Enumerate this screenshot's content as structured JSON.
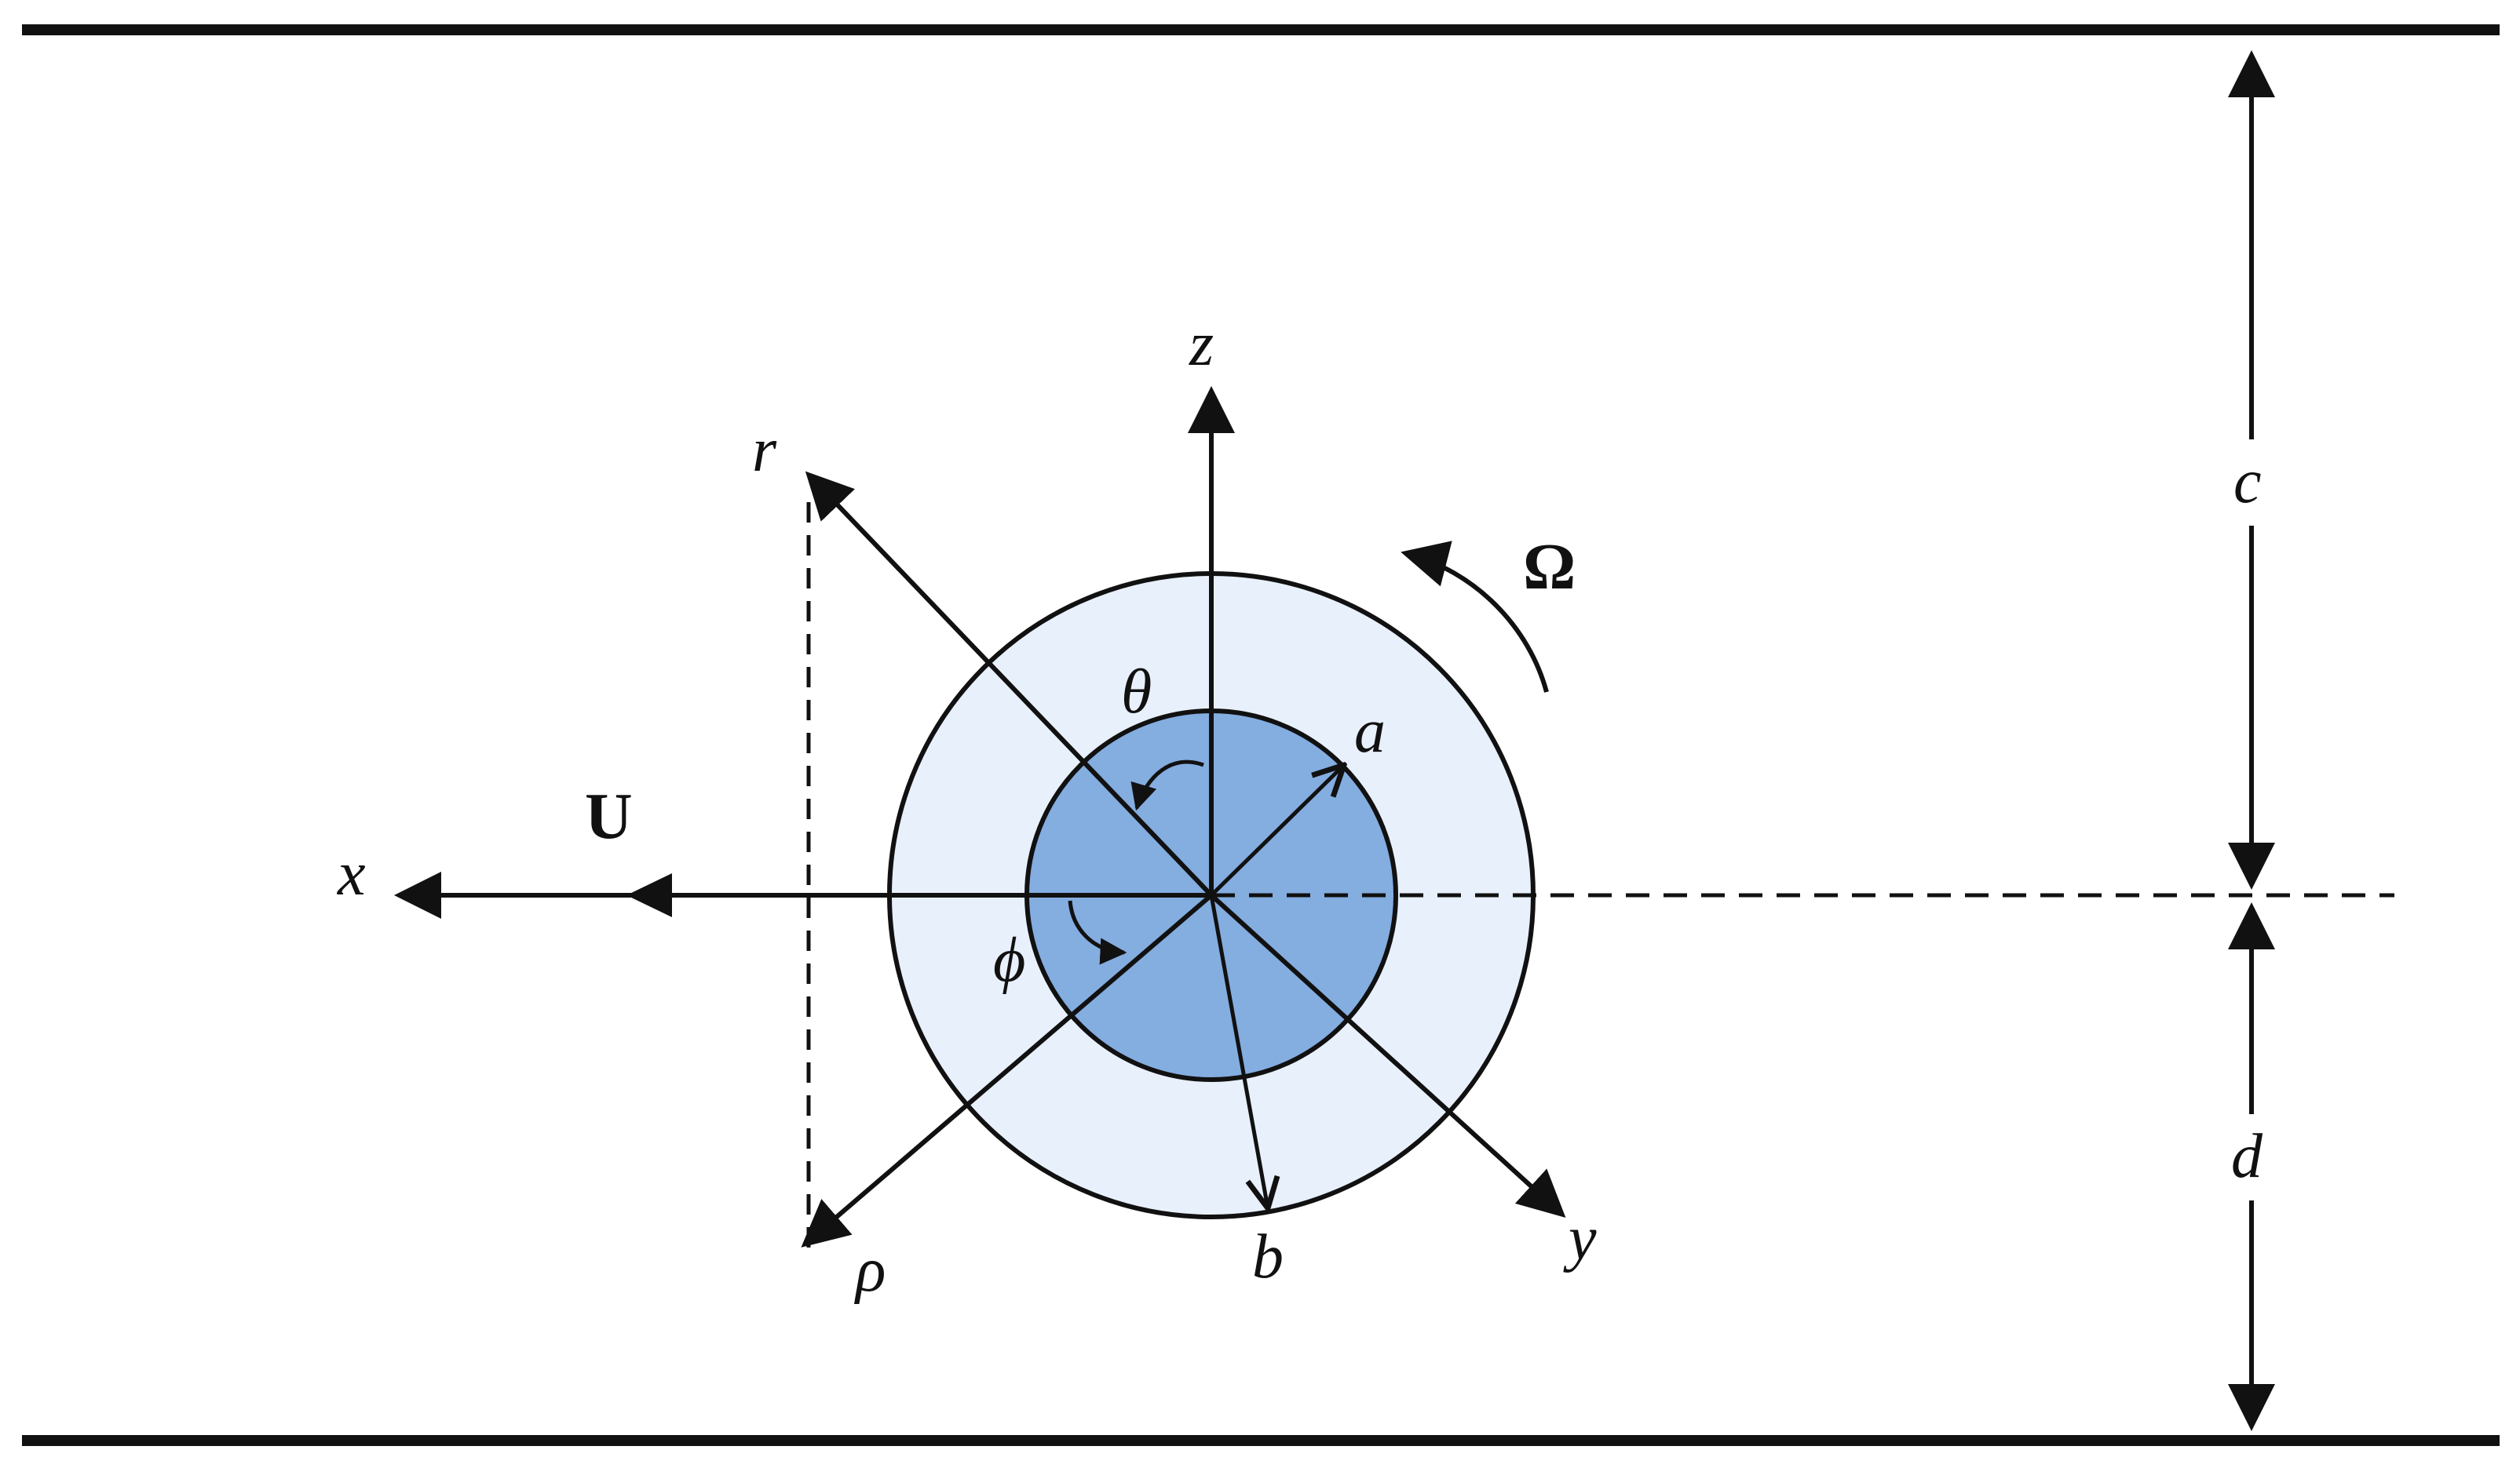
{
  "colors": {
    "line": "#111111",
    "inner_sphere_fill": "#84ade0",
    "outer_shell_fill": "#e8f0fb",
    "background": "#ffffff"
  },
  "labels": {
    "axis_x": "x",
    "axis_y": "y",
    "axis_z": "z",
    "coord_r": "r",
    "coord_rho": "ρ",
    "angle_theta": "θ",
    "angle_phi": "ϕ",
    "radius_a": "a",
    "radius_b": "b",
    "velocity": "U",
    "rotation": "Ω",
    "gap_top": "c",
    "gap_bottom": "d"
  }
}
